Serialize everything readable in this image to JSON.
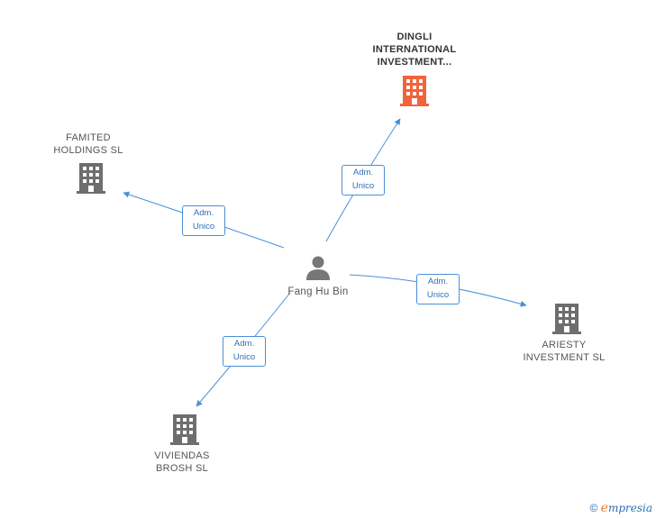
{
  "center": {
    "name": "Fang Hu Bin"
  },
  "companies": [
    {
      "id": "dingli",
      "label": "DINGLI\nINTERNATIONAL\nINVESTMENT...",
      "highlight": true
    },
    {
      "id": "famited",
      "label": "FAMITED\nHOLDINGS  SL",
      "highlight": false
    },
    {
      "id": "ariesty",
      "label": "ARIESTY\nINVESTMENT SL",
      "highlight": false
    },
    {
      "id": "viviendas",
      "label": "VIVIENDAS\nBROSH  SL",
      "highlight": false
    }
  ],
  "relations": [
    {
      "label": "Adm.\nUnico"
    },
    {
      "label": "Adm.\nUnico"
    },
    {
      "label": "Adm.\nUnico"
    },
    {
      "label": "Adm.\nUnico"
    }
  ],
  "colors": {
    "edge": "#4a90d9",
    "building": "#6e6e6e",
    "highlight": "#f0643c",
    "person": "#777777"
  },
  "footer": {
    "copyright": "©",
    "brand_e": "e",
    "brand_rest": "mpresia"
  }
}
